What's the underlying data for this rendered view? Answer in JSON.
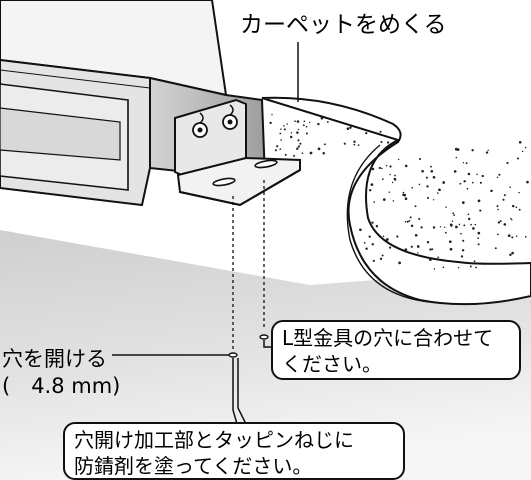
{
  "labels": {
    "carpet": "カーペットをめくる",
    "drill_hole": "穴を開ける",
    "hole_diameter": "(　4.8 mm)"
  },
  "callouts": {
    "bracket_hole": {
      "line1": "L型金具の穴に合わせて",
      "line2": "ください。"
    },
    "rustproof": {
      "line1": "穴開け加工部とタッピンねじに",
      "line2": "防錆剤を塗ってください。"
    }
  },
  "colors": {
    "ink": "#111111",
    "unit_face": "#f2f2f2",
    "floor_shade": "#d2d2d2",
    "carpet": "#ffffff"
  }
}
